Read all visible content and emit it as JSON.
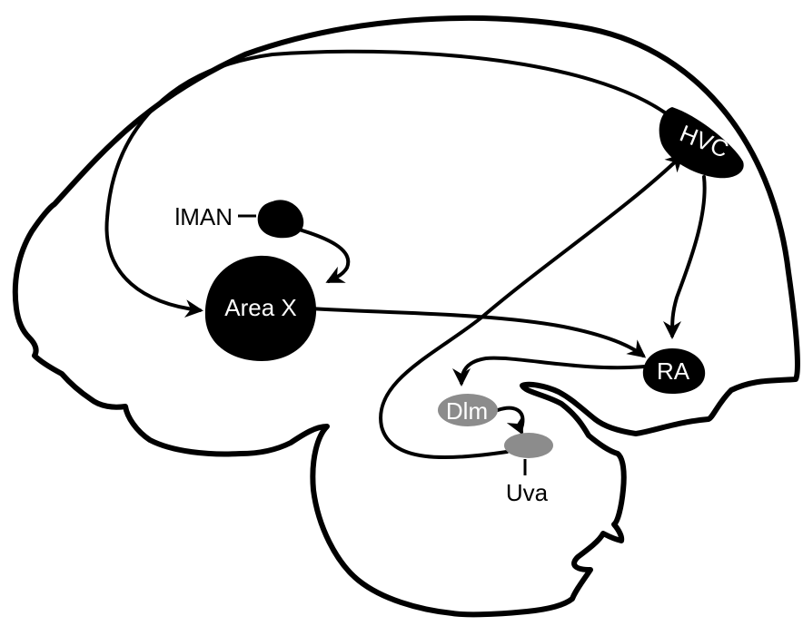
{
  "nuclei": {
    "hvc": "HVC",
    "lman": "lMAN",
    "area_x": "Area X",
    "ra": "RA",
    "dlm": "Dlm",
    "uva": "Uva"
  },
  "colors": {
    "filled_nucleus": "#000000",
    "thalamic_nucleus": "#8c8c8c",
    "outline": "#000000",
    "background": "#ffffff"
  }
}
